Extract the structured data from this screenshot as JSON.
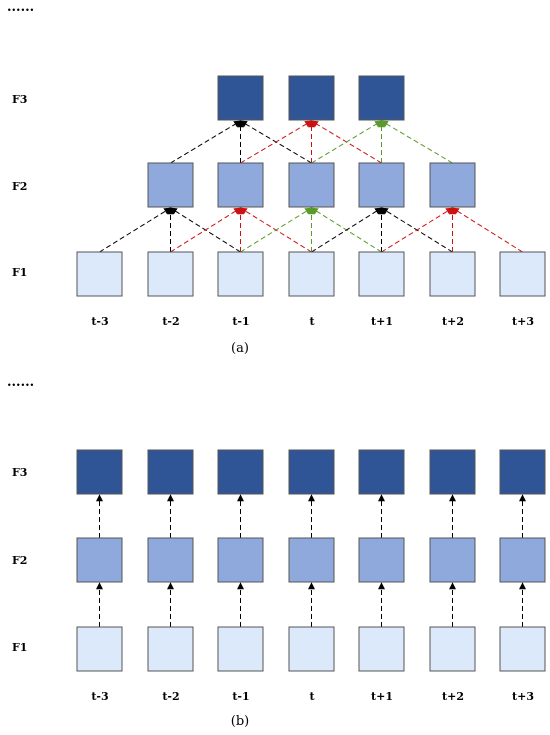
{
  "panels": [
    {
      "ellipsis": "......",
      "caption": "(a)",
      "rows": [
        "F3",
        "F2",
        "F1"
      ],
      "time_labels": [
        "t-3",
        "t-2",
        "t-1",
        "t",
        "t+1",
        "t+2",
        "t+3"
      ]
    },
    {
      "ellipsis": "......",
      "caption": "(b)",
      "rows": [
        "F3",
        "F2",
        "F1"
      ],
      "time_labels": [
        "t-3",
        "t-2",
        "t-1",
        "t",
        "t+1",
        "t+2",
        "t+3"
      ]
    }
  ],
  "colors": {
    "F1": "#dce9fb",
    "F2": "#8fa9dc",
    "F3": "#2f5597",
    "stroke": "#555555",
    "black": "#000000",
    "red": "#cc1111",
    "green": "#5a9a2a"
  }
}
